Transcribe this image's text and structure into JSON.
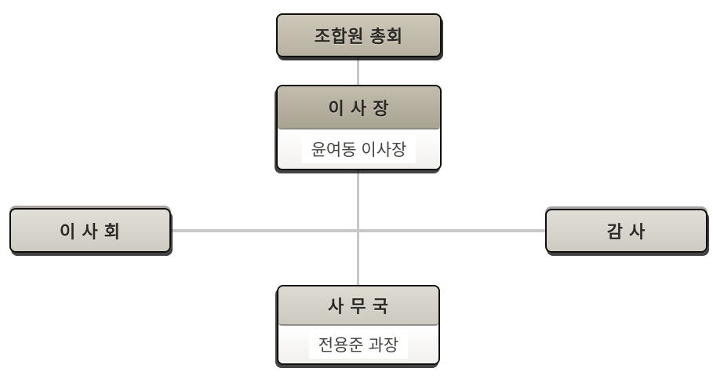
{
  "diagram": {
    "type": "org-chart",
    "nodes": {
      "general_assembly": {
        "label": "조합원 총회"
      },
      "chairman": {
        "label": "이 사 장",
        "person": "윤여동 이사장"
      },
      "board": {
        "label": "이 사 회"
      },
      "auditor": {
        "label": "감 사"
      },
      "office": {
        "label": "사 무 국",
        "person": "전용준 과장"
      }
    },
    "edges": [
      {
        "from": "general_assembly",
        "to": "chairman"
      },
      {
        "from": "chairman",
        "to": "office"
      },
      {
        "from": "board",
        "to": "auditor"
      }
    ],
    "colors": {
      "khaki_box": "#bcb7a7",
      "khaki_header": "#aca695",
      "gray_box": "#d8d5cd",
      "box_border": "#0f0f0d",
      "connector": "#c8c8c8",
      "header_text": "#2b2925",
      "person_text": "#45433f",
      "background": "#ffffff"
    }
  }
}
